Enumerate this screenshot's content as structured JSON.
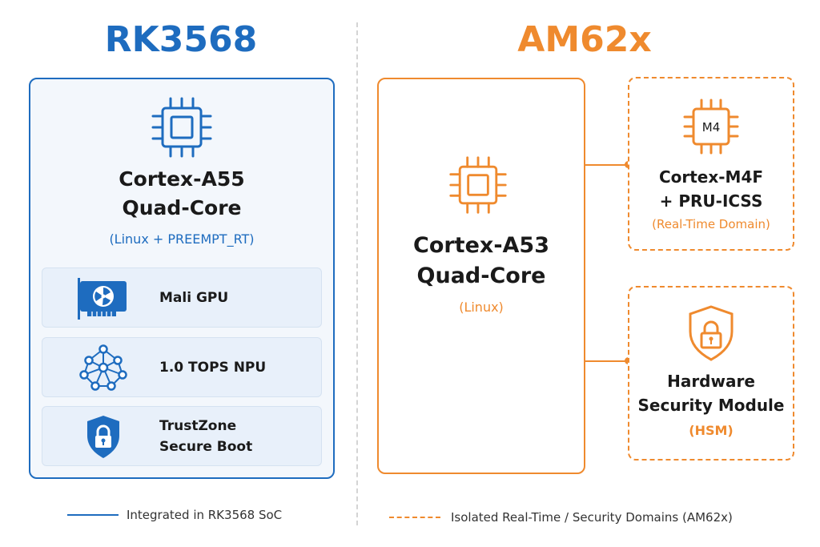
{
  "rk3568": {
    "title": "RK3568",
    "core_line1": "Cortex-A55",
    "core_line2": "Quad-Core",
    "os": "(Linux + PREEMPT_RT)",
    "features": [
      {
        "label": "Mali GPU",
        "icon": "gpu-card-icon"
      },
      {
        "label": "1.0 TOPS NPU",
        "icon": "neural-network-icon"
      },
      {
        "label_line1": "TrustZone",
        "label_line2": "Secure Boot",
        "icon": "shield-lock-icon"
      }
    ]
  },
  "am62x": {
    "title": "AM62x",
    "core_line1": "Cortex-A53",
    "core_line2": "Quad-Core",
    "os": "(Linux)",
    "m4": {
      "chip_text": "M4",
      "name_line1": "Cortex-M4F",
      "name_line2": "+ PRU-ICSS",
      "domain": "(Real-Time Domain)"
    },
    "hsm": {
      "name_line1": "Hardware",
      "name_line2": "Security Module",
      "abbr": "(HSM)"
    }
  },
  "legend": {
    "solid": "Integrated in RK3568 SoC",
    "dashed": "Isolated Real-Time / Security Domains (AM62x)"
  },
  "colors": {
    "blue": "#1e6cbf",
    "orange": "#ef8a2e"
  }
}
